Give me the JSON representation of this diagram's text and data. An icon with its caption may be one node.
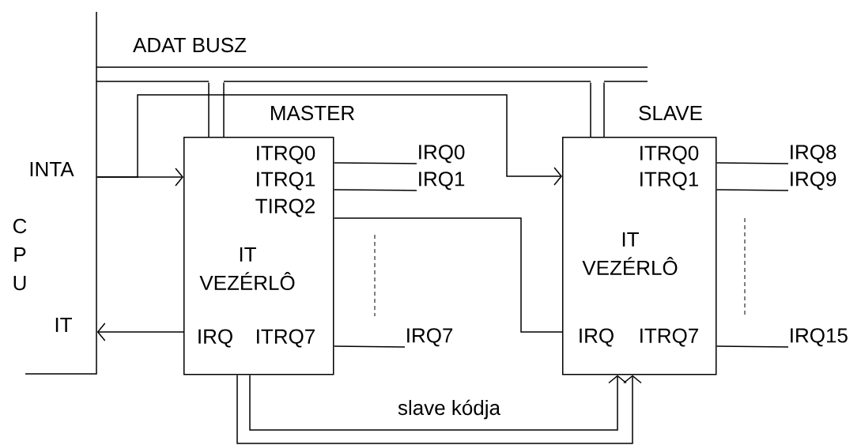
{
  "diagram": {
    "nodes": [
      {
        "text": [
          "C P U"
        ]
      },
      {
        "text": [
          "ADAT BUSZ"
        ]
      },
      {
        "text": [
          "MASTER",
          "ITRQ0",
          "ITRQ1",
          "TIRQ2",
          "IT VEZÉRLÔ",
          "IRQ",
          "ITRQ7"
        ]
      },
      {
        "text": [
          "SLAVE",
          "ITRQ0",
          "ITRQ1",
          "IT VEZÉRLÔ",
          "IRQ",
          "ITRQ7"
        ]
      },
      {
        "text": [
          "IRQ0"
        ]
      },
      {
        "text": [
          "IRQ1"
        ]
      },
      {
        "text": [
          "IRQ7"
        ]
      },
      {
        "text": [
          "IRQ8"
        ]
      },
      {
        "text": [
          "IRQ9"
        ]
      },
      {
        "text": [
          "IRQ15"
        ]
      }
    ],
    "edges": [
      {
        "from": 0,
        "to": 2,
        "arrow": "to"
      },
      {
        "from": 0,
        "to": 3,
        "arrow": "to"
      },
      {
        "from": 2,
        "to": 0,
        "arrow": "to"
      },
      {
        "from": 1,
        "to": 2,
        "arrow": "none"
      },
      {
        "from": 1,
        "to": 3,
        "arrow": "none"
      },
      {
        "from": 2,
        "to": 4,
        "arrow": "none"
      },
      {
        "from": 2,
        "to": 5,
        "arrow": "none"
      },
      {
        "from": 2,
        "to": 3,
        "arrow": "none"
      },
      {
        "from": 2,
        "to": 6,
        "arrow": "none"
      },
      {
        "from": 3,
        "to": 7,
        "arrow": "none"
      },
      {
        "from": 3,
        "to": 8,
        "arrow": "none"
      },
      {
        "from": 3,
        "to": 9,
        "arrow": "none"
      },
      {
        "from": 2,
        "to": 3,
        "arrow": "to",
        "label": "slave kódja"
      },
      {
        "from": 2,
        "to": 3,
        "arrow": "to"
      }
    ],
    "labels": [
      "INTA",
      "IT"
    ]
  }
}
